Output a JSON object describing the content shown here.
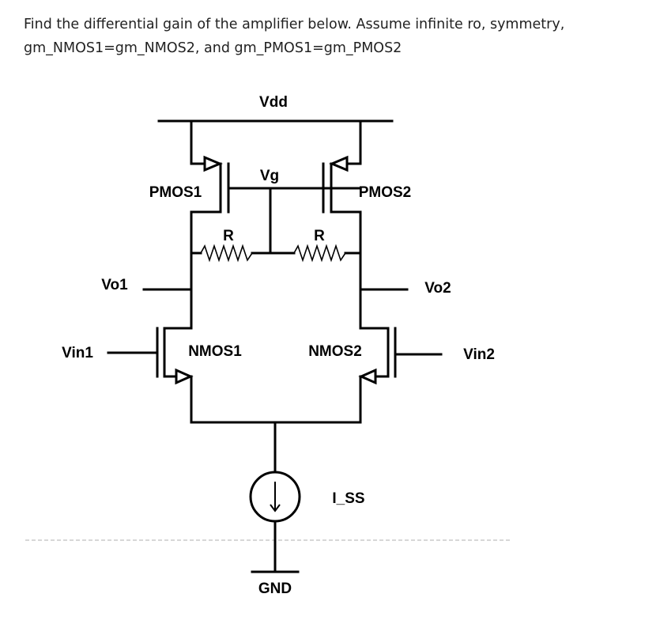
{
  "question": {
    "line1": "Find the differential gain of the amplifier below. Assume infinite ro, symmetry,",
    "line2": "gm_NMOS1=gm_NMOS2, and gm_PMOS1=gm_PMOS2"
  },
  "circuit": {
    "labels": {
      "vdd": "Vdd",
      "vg": "Vg",
      "pmos1": "PMOS1",
      "pmos2": "PMOS2",
      "r1": "R",
      "r2": "R",
      "vo1": "Vo1",
      "vo2": "Vo2",
      "vin1": "Vin1",
      "vin2": "Vin2",
      "nmos1": "NMOS1",
      "nmos2": "NMOS2",
      "iss": "I_SS",
      "gnd": "GND"
    },
    "colors": {
      "wire": "#000000",
      "text": "#222222",
      "dashed_line": "#bfbfbf"
    }
  }
}
